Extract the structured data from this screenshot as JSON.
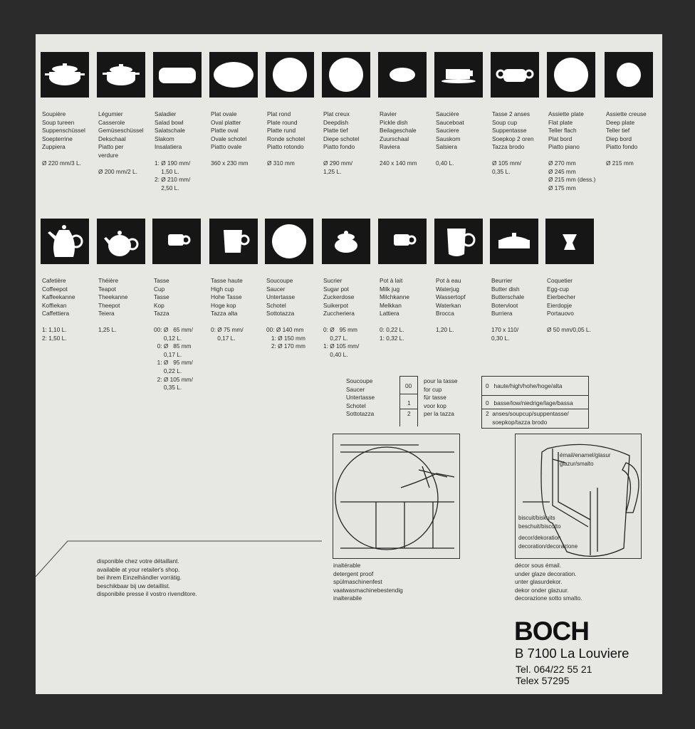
{
  "row1": [
    {
      "icon": "soup-tureen-icon",
      "shape": "tureen",
      "lines": [
        "Soupière",
        "Soup tureen",
        "Suppenschüssel",
        "Soepterrine",
        "Zuppiera"
      ],
      "dims": [
        "Ø 220 mm/3 L."
      ]
    },
    {
      "icon": "casserole-icon",
      "shape": "casserole",
      "lines": [
        "Légumier",
        "Casserole",
        "Gemüseschüssel",
        "Dekschaal",
        "Piatto per",
        "verdure"
      ],
      "dims": [
        "Ø 200 mm/2 L."
      ]
    },
    {
      "icon": "salad-bowl-icon",
      "shape": "bowl",
      "lines": [
        "Saladier",
        "Salad bowl",
        "Salatschale",
        "Slakom",
        "Insalatiera"
      ],
      "dims": [
        "1: Ø 190 mm/",
        "    1,50 L.",
        "2: Ø 210 mm/",
        "    2,50 L."
      ]
    },
    {
      "icon": "oval-platter-icon",
      "shape": "oval",
      "lines": [
        "Plat ovale",
        "Oval platter",
        "Platte oval",
        "Ovale schotel",
        "Piatto ovale"
      ],
      "dims": [
        "360 x 230 mm"
      ]
    },
    {
      "icon": "round-plate-icon",
      "shape": "circle",
      "lines": [
        "Plat rond",
        "Plate round",
        "Platte rund",
        "Ronde schotel",
        "Piatto rotondo"
      ],
      "dims": [
        "Ø 310 mm"
      ]
    },
    {
      "icon": "deep-dish-icon",
      "shape": "circle",
      "lines": [
        "Plat creux",
        "Deepdish",
        "Platte tief",
        "Diepe schotel",
        "Piatto fondo"
      ],
      "dims": [
        "Ø 290 mm/",
        "1,25 L."
      ]
    },
    {
      "icon": "pickle-dish-icon",
      "shape": "smalloval",
      "lines": [
        "Ravier",
        "Pickle dish",
        "Beilageschale",
        "Zuurschaal",
        "Raviera"
      ],
      "dims": [
        "240 x 140 mm"
      ]
    },
    {
      "icon": "sauceboat-icon",
      "shape": "sauceboat",
      "lines": [
        "Saucière",
        "Sauceboat",
        "Sauciere",
        "Sauskom",
        "Salsiera"
      ],
      "dims": [
        "0,40 L."
      ]
    },
    {
      "icon": "soup-cup-icon",
      "shape": "soupcup",
      "lines": [
        "Tasse 2 anses",
        "Soup cup",
        "Suppentasse",
        "Soepkop 2 oren",
        "Tazza brodo"
      ],
      "dims": [
        "Ø 105 mm/",
        "0,35 L."
      ]
    },
    {
      "icon": "flat-plate-icon",
      "shape": "circle",
      "lines": [
        "Assiette plate",
        "Flat plate",
        "Teller flach",
        "Plat bord",
        "Piatto piano"
      ],
      "dims": [
        "Ø 270 mm",
        "Ø 245 mm",
        "Ø 215 mm (dess.)",
        "Ø 175 mm"
      ]
    },
    {
      "icon": "deep-plate-icon",
      "shape": "smallcircle",
      "lines": [
        "Assiette creuse",
        "Deep plate",
        "Teller tief",
        "Diep bord",
        "Piatto fondo"
      ],
      "dims": [
        "Ø 215 mm"
      ]
    }
  ],
  "row2": [
    {
      "icon": "coffeepot-icon",
      "shape": "coffeepot",
      "lines": [
        "Cafetière",
        "Coffeepot",
        "Kaffeekanne",
        "Koffiekan",
        "Caffettiera"
      ],
      "dims": [
        "1: 1,10 L.",
        "2: 1,50 L."
      ]
    },
    {
      "icon": "teapot-icon",
      "shape": "teapot",
      "lines": [
        "Théière",
        "Teapot",
        "Theekanne",
        "Theepot",
        "Teiera"
      ],
      "dims": [
        "1,25 L."
      ]
    },
    {
      "icon": "cup-icon",
      "shape": "cup",
      "lines": [
        "Tasse",
        "Cup",
        "Tasse",
        "Kop",
        "Tazza"
      ],
      "dims": [
        "00: Ø   65 mm/",
        "      0,12 L.",
        "  0: Ø   85 mm",
        "      0,17 L.",
        "  1: Ø   95 mm/",
        "      0,22 L.",
        "  2: Ø 105 mm/",
        "      0,35 L."
      ]
    },
    {
      "icon": "high-cup-icon",
      "shape": "highcup",
      "lines": [
        "Tasse haute",
        "High cup",
        "Hohe Tasse",
        "Hoge kop",
        "Tazza alta"
      ],
      "dims": [
        "0: Ø 75 mm/",
        "    0,17 L."
      ]
    },
    {
      "icon": "saucer-icon",
      "shape": "circle",
      "lines": [
        "Soucoupe",
        "Saucer",
        "Untertasse",
        "Schotel",
        "Sottotazza"
      ],
      "dims": [
        "00: Ø 140 mm",
        "   1: Ø 150 mm",
        "   2: Ø 170 mm"
      ]
    },
    {
      "icon": "sugar-pot-icon",
      "shape": "sugar",
      "lines": [
        "Sucrier",
        "Sugar pot",
        "Zuckerdose",
        "Suikerpot",
        "Zuccheriera"
      ],
      "dims": [
        "0: Ø   95 mm",
        "    0,27 L.",
        "1: Ø 105 mm/",
        "    0,40 L."
      ]
    },
    {
      "icon": "milk-jug-icon",
      "shape": "cup",
      "lines": [
        "Pot à lait",
        "Milk jug",
        "Milchkanne",
        "Melkkan",
        "Lattiera"
      ],
      "dims": [
        "0: 0,22 L.",
        "1: 0,32 L."
      ]
    },
    {
      "icon": "water-jug-icon",
      "shape": "jug",
      "lines": [
        "Pot à eau",
        "Waterjug",
        "Wassertopf",
        "Waterkan",
        "Brocca"
      ],
      "dims": [
        "1,20 L."
      ]
    },
    {
      "icon": "butter-dish-icon",
      "shape": "butter",
      "lines": [
        "Beurrier",
        "Butter dish",
        "Butterschale",
        "Botervloot",
        "Burriera"
      ],
      "dims": [
        "170 x 110/",
        "0,30 L."
      ]
    },
    {
      "icon": "egg-cup-icon",
      "shape": "eggcup",
      "lines": [
        "Coquetier",
        "Egg-cup",
        "Eierbecher",
        "Eierdopje",
        "Portauovo"
      ],
      "dims": [
        "Ø 50 mm/0,05 L."
      ]
    }
  ],
  "legend": {
    "saucer_names": "Soucoupe\nSaucer\nUntertasse\nSchotel\nSottotazza",
    "sizes": [
      "00",
      "1",
      "2"
    ],
    "for_cup": "pour la tasse\nfor cup\nfür tasse\nvoor kop\nper la tazza",
    "cup_types": [
      "0   haute/high/hohe/hoge/alta",
      "0   basse/low/niedrige/lage/bassa",
      "2  anses/soupcup/suppentasse/\n    soepkop/tazza brodo"
    ]
  },
  "availability": "disponible chez votre détaillant.\navailable at your retailer's shop.\nbei ihrem Einzelhändler vorrätig.\nbeschikbaar bij uw detaillist.\ndisponibile presse il vostro rivenditore.",
  "detergent": "inaltérable\ndetergent proof\nspülmaschinenfest\nvaatwasmachinebestendig\ninalterabile",
  "mug_labels": {
    "enamel": "émail/enamel/glasur\nglazur/smalto",
    "biscuit": "biscuit/biskuits\nbeschuit/biscotto",
    "decor": "decor/dekoration\ndecoration/decorazione"
  },
  "underglaze": "décor sous émail.\nunder glaze decoration.\nunter glasurdekor.\ndekor onder glazuur.\ndecorazione sotto smalto.",
  "company": {
    "name": "BOCH",
    "address": "B 7100 La Louviere",
    "tel": "Tel. 064/22 55 21",
    "telex": "Telex 57295"
  }
}
